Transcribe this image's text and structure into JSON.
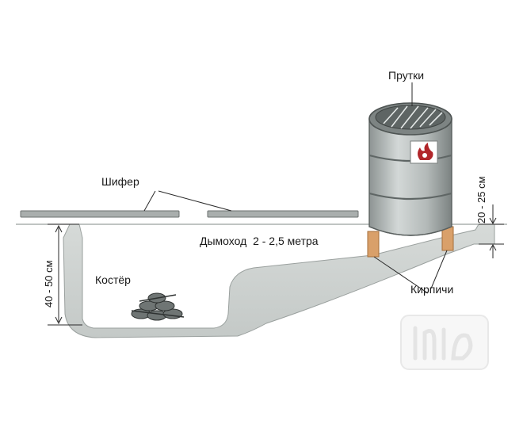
{
  "labels": {
    "rods": "Прутки",
    "slate": "Шифер",
    "chimney": "Дымоход  2 - 2,5 метра",
    "fire": "Костёр",
    "bricks": "Кирпичи"
  },
  "dimensions": {
    "pit_depth": "40 - 50 см",
    "barrel_height": "20 - 25 см"
  },
  "colors": {
    "ground": "#cfd4d2",
    "ground_edge": "#9aa09e",
    "barrel": "#b9bfbe",
    "barrel_dark": "#6f7675",
    "slate": "#a9aead",
    "brick": "#d9a06a",
    "line": "#2a2a2a"
  },
  "icons": {
    "barrel_emblem": "flame-emblem-icon",
    "watermark": "watermark-logo"
  }
}
